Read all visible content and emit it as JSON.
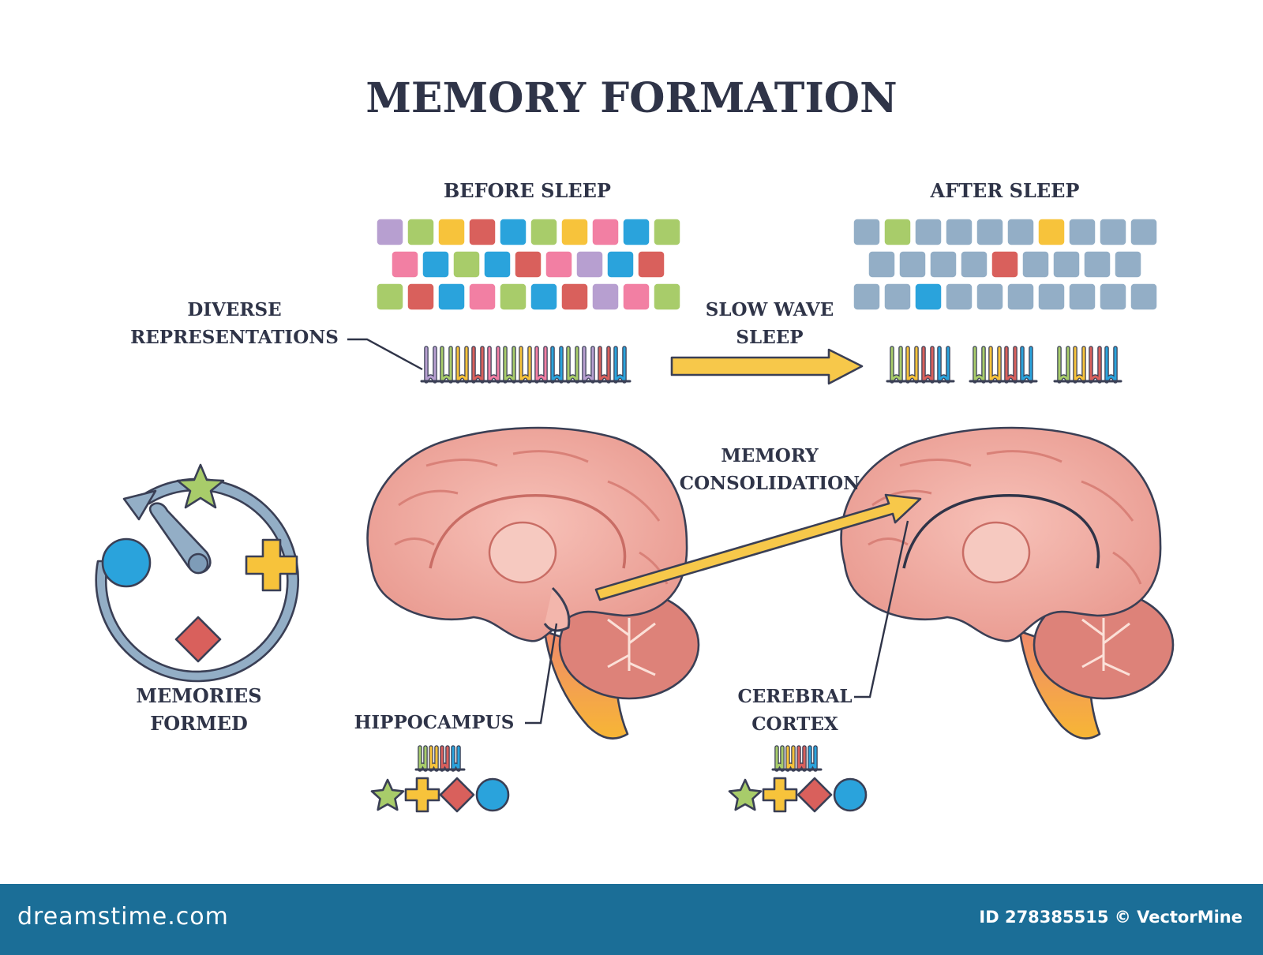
{
  "title": "MEMORY FORMATION",
  "labels": {
    "before_sleep": "BEFORE SLEEP",
    "after_sleep": "AFTER SLEEP",
    "diverse_line1": "DIVERSE",
    "diverse_line2": "REPRESENTATIONS",
    "slow_wave_line1": "SLOW WAVE",
    "slow_wave_line2": "SLEEP",
    "memory_consolidation_line1": "MEMORY",
    "memory_consolidation_line2": "CONSOLIDATION",
    "memories_formed_line1": "MEMORIES",
    "memories_formed_line2": "FORMED",
    "hippocampus": "HIPPOCAMPUS",
    "cerebral_line1": "CEREBRAL",
    "cerebral_line2": "CORTEX"
  },
  "colors": {
    "ink": "#2f3448",
    "purple": "#b79fd0",
    "green": "#a8cc6a",
    "yellow": "#f7c33b",
    "red": "#d9605c",
    "blue": "#2aa3dc",
    "pink": "#f27fa3",
    "gray_blue": "#93aec6",
    "brain": "#eea39a",
    "brain_dark": "#dd8279",
    "stem": "#f5a93a",
    "arrow": "#f7c84a",
    "footer_bg": "#1b6e97"
  },
  "before_sleep_grid": [
    [
      "purple",
      "green",
      "yellow",
      "red",
      "blue",
      "green",
      "yellow",
      "pink",
      "blue",
      "green"
    ],
    [
      "pink",
      "blue",
      "green",
      "blue",
      "red",
      "pink",
      "purple",
      "blue",
      "red"
    ],
    [
      "green",
      "red",
      "blue",
      "pink",
      "green",
      "blue",
      "red",
      "purple",
      "pink",
      "green"
    ]
  ],
  "after_sleep_grid": [
    [
      "gray",
      "green",
      "gray",
      "gray",
      "gray",
      "gray",
      "yellow",
      "gray",
      "gray",
      "gray"
    ],
    [
      "gray",
      "gray",
      "gray",
      "gray",
      "red",
      "gray",
      "gray",
      "gray",
      "gray"
    ],
    [
      "gray",
      "gray",
      "blue",
      "gray",
      "gray",
      "gray",
      "gray",
      "gray",
      "gray",
      "gray"
    ]
  ],
  "before_spikes": [
    "purple",
    "green",
    "yellow",
    "red",
    "pink",
    "green",
    "yellow",
    "pink",
    "blue",
    "green",
    "purple",
    "red",
    "blue"
  ],
  "after_spike_groups": [
    [
      "green",
      "yellow",
      "red",
      "blue"
    ],
    [
      "green",
      "yellow",
      "red",
      "blue"
    ],
    [
      "green",
      "yellow",
      "red",
      "blue"
    ]
  ],
  "memory_icons": [
    "star",
    "plus",
    "diamond",
    "circle"
  ],
  "footer": {
    "brand": "dreamstime.com",
    "credit": "ID 278385515 © VectorMine"
  }
}
